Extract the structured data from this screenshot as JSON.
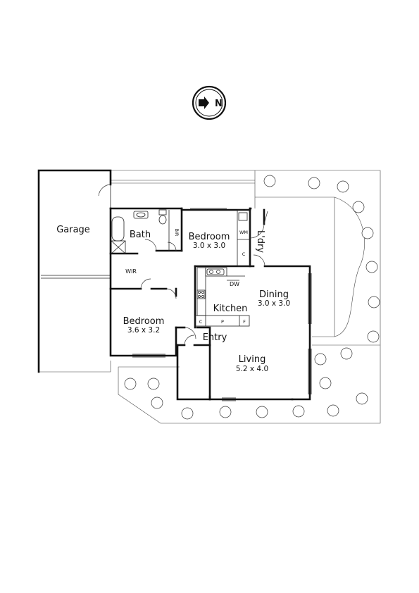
{
  "compass": {
    "letter": "N",
    "icon": "north-arrow-icon"
  },
  "rooms": {
    "garage": {
      "name": "Garage"
    },
    "bath": {
      "name": "Bath"
    },
    "bir": {
      "name": "BIR"
    },
    "bedroom2": {
      "name": "Bedroom",
      "size": "3.0 x 3.0"
    },
    "wm": {
      "name": "WM"
    },
    "laundry_c": {
      "name": "C"
    },
    "laundry": {
      "name": "L'dry"
    },
    "wir": {
      "name": "WIR"
    },
    "bedroom1": {
      "name": "Bedroom",
      "size": "3.6 x 3.2"
    },
    "dw": {
      "name": "DW"
    },
    "dining": {
      "name": "Dining",
      "size": "3.0 x 3.0"
    },
    "kitchen": {
      "name": "Kitchen"
    },
    "kitchen_c": {
      "name": "C"
    },
    "kitchen_p": {
      "name": "P"
    },
    "kitchen_f": {
      "name": "F"
    },
    "entry": {
      "name": "Entry"
    },
    "living": {
      "name": "Living",
      "size": "5.2 x 4.0"
    }
  },
  "colors": {
    "wall": "#111111",
    "background": "#ffffff"
  }
}
